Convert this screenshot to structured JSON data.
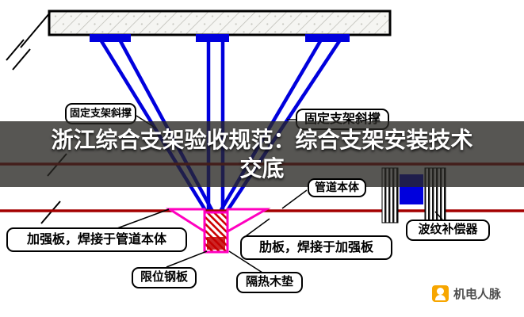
{
  "overlay": {
    "title_line1": "浙江综合支架验收规范：综合支架安装技术",
    "title_line2": "交底"
  },
  "labels": {
    "fixed_brace_left": "固定支架斜撑",
    "fixed_brace_right": "固定支架斜撑",
    "pipe_body": "管道本体",
    "reinforcing_plate": "加强板，焊接于管道本体",
    "limit_steel_plate": "限位钢板",
    "rib_plate": "肋板，焊接于加强板",
    "insulation_pad": "隔热木垫",
    "bellows_compensator": "波纹补偿器"
  },
  "watermark": {
    "text": "机电人脉"
  },
  "colors": {
    "brace_blue": "#0000dd",
    "pipe_red": "#a40000",
    "plate_magenta": "#ff00bf",
    "hatch_red": "#cc0000",
    "watermark_orange": "#f7a600",
    "overlay_bg": "rgba(40,38,34,0.78)"
  }
}
